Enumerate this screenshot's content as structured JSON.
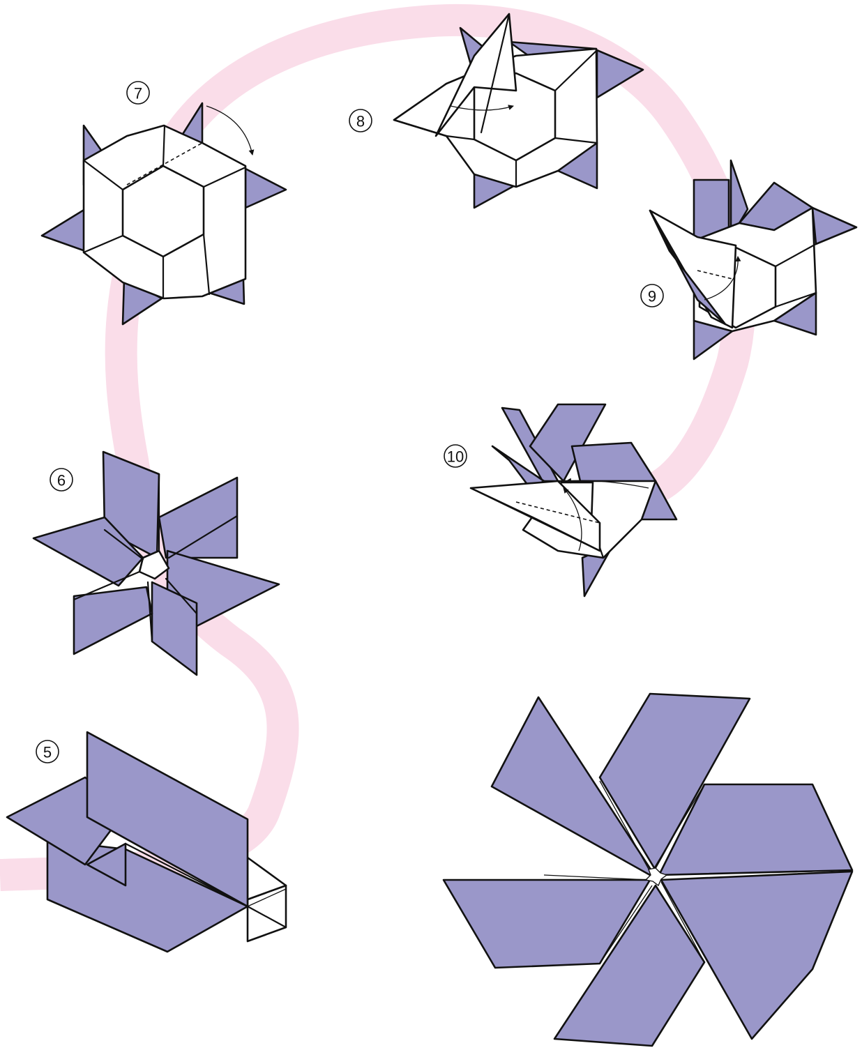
{
  "colors": {
    "paper": "#9a97c9",
    "path_ribbon": "#fadde9",
    "outline": "#111111",
    "background": "#ffffff"
  },
  "steps": [
    {
      "number": "⑤",
      "label": "5"
    },
    {
      "number": "⑥",
      "label": "6"
    },
    {
      "number": "⑦",
      "label": "7"
    },
    {
      "number": "⑧",
      "label": "8"
    },
    {
      "number": "⑨",
      "label": "9"
    },
    {
      "number": "⑩",
      "label": "10"
    }
  ],
  "icons": {
    "fold_arrow": "curved-arrow-icon",
    "valley_fold": "dashed-line-icon"
  }
}
